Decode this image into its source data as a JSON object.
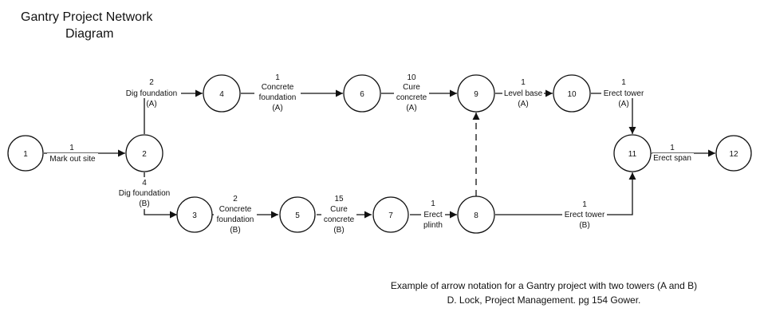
{
  "title": [
    "Gantry Project Network",
    "Diagram"
  ],
  "nodes": [
    {
      "id": "1",
      "label": "1"
    },
    {
      "id": "2",
      "label": "2"
    },
    {
      "id": "3",
      "label": "3"
    },
    {
      "id": "4",
      "label": "4"
    },
    {
      "id": "5",
      "label": "5"
    },
    {
      "id": "6",
      "label": "6"
    },
    {
      "id": "7",
      "label": "7"
    },
    {
      "id": "8",
      "label": "8"
    },
    {
      "id": "9",
      "label": "9"
    },
    {
      "id": "10",
      "label": "10"
    },
    {
      "id": "11",
      "label": "11"
    },
    {
      "id": "12",
      "label": "12"
    }
  ],
  "activities": [
    {
      "id": "a-1-2",
      "from": "1",
      "to": "2",
      "duration": "1",
      "label": [
        "Mark out site"
      ]
    },
    {
      "id": "a-2-4",
      "from": "2",
      "to": "4",
      "duration": "2",
      "label": [
        "Dig foundation",
        "(A)"
      ]
    },
    {
      "id": "a-2-3",
      "from": "2",
      "to": "3",
      "duration": "4",
      "label": [
        "Dig foundation",
        "(B)"
      ]
    },
    {
      "id": "a-4-6",
      "from": "4",
      "to": "6",
      "duration": "1",
      "label": [
        "Concrete",
        "foundation",
        "(A)"
      ]
    },
    {
      "id": "a-3-5",
      "from": "3",
      "to": "5",
      "duration": "2",
      "label": [
        "Concrete",
        "foundation",
        "(B)"
      ]
    },
    {
      "id": "a-6-9",
      "from": "6",
      "to": "9",
      "duration": "10",
      "label": [
        "Cure",
        "concrete",
        "(A)"
      ]
    },
    {
      "id": "a-5-7",
      "from": "5",
      "to": "7",
      "duration": "15",
      "label": [
        "Cure",
        "concrete",
        "(B)"
      ]
    },
    {
      "id": "a-7-8",
      "from": "7",
      "to": "8",
      "duration": "1",
      "label": [
        "Erect",
        "plinth"
      ]
    },
    {
      "id": "a-8-9",
      "from": "8",
      "to": "9",
      "duration": "",
      "label": [],
      "dummy": true
    },
    {
      "id": "a-9-10",
      "from": "9",
      "to": "10",
      "duration": "1",
      "label": [
        "Level base",
        "(A)"
      ]
    },
    {
      "id": "a-10-11",
      "from": "10",
      "to": "11",
      "duration": "1",
      "label": [
        "Erect tower",
        "(A)"
      ]
    },
    {
      "id": "a-8-11",
      "from": "8",
      "to": "11",
      "duration": "1",
      "label": [
        "Erect tower",
        "(B)"
      ]
    },
    {
      "id": "a-11-12",
      "from": "11",
      "to": "12",
      "duration": "1",
      "label": [
        "Erect span"
      ]
    }
  ],
  "caption": [
    "Example of arrow notation for a Gantry project with two towers (A and B)",
    "D. Lock, Project Management. pg 154 Gower."
  ]
}
